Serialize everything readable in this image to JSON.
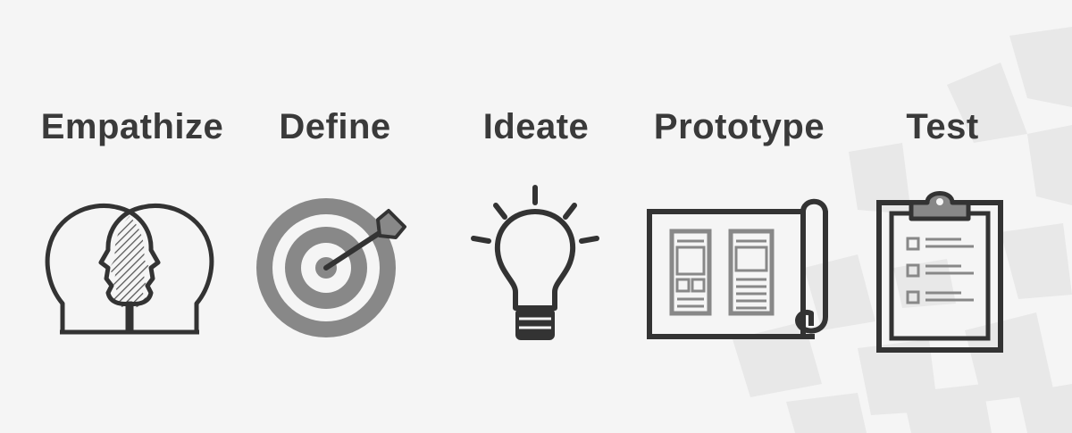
{
  "steps": [
    {
      "label": "Empathize",
      "icon": "two-heads-icon"
    },
    {
      "label": "Define",
      "icon": "target-arrow-icon"
    },
    {
      "label": "Ideate",
      "icon": "lightbulb-icon"
    },
    {
      "label": "Prototype",
      "icon": "blueprint-scroll-icon"
    },
    {
      "label": "Test",
      "icon": "clipboard-checklist-icon"
    }
  ],
  "colors": {
    "background": "#f5f5f5",
    "text": "#3a3a3a",
    "stroke": "#333333",
    "gray": "#888888",
    "decoration": "#e6e6e6"
  }
}
